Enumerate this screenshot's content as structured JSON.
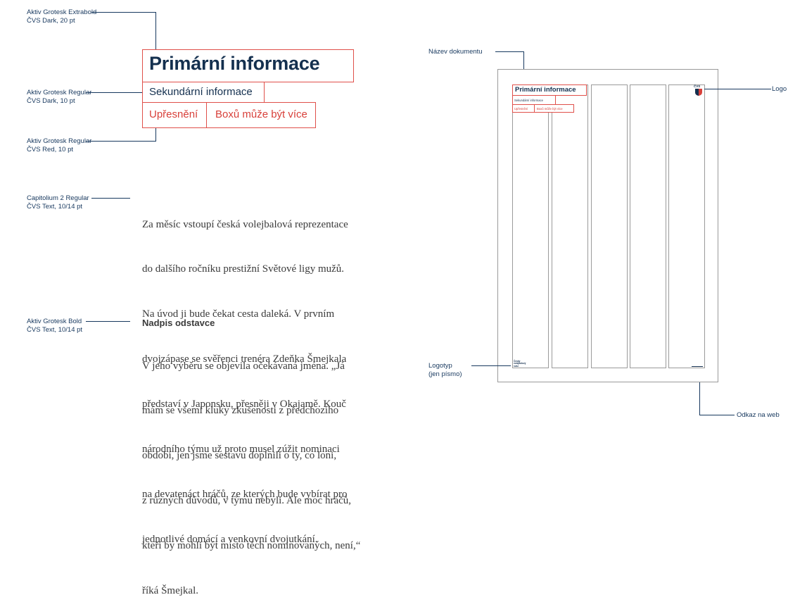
{
  "annotations": {
    "title_font": {
      "line1": "Aktiv Grotesk Extrabold",
      "line2": "ČVS Dark, 20 pt"
    },
    "sub_font": {
      "line1": "Aktiv Grotesk Regular",
      "line2": "ČVS Dark, 10 pt"
    },
    "box_font": {
      "line1": "Aktiv Grotesk Regular",
      "line2": "ČVS Red, 10 pt"
    },
    "body_font": {
      "line1": "Capitolium 2 Regular",
      "line2": "ČVS Text, 10/14 pt"
    },
    "heading_font": {
      "line1": "Aktiv Grotesk Bold",
      "line2": "ČVS Text, 10/14 pt"
    },
    "doc_name": "Název dokumentu",
    "logo": "Logo",
    "logotype": {
      "line1": "Logotyp",
      "line2": "(jen písmo)"
    },
    "web_link": "Odkaz na web"
  },
  "sample": {
    "title": "Primární informace",
    "subtitle": "Sekundární informace",
    "box1": "Upřesnění",
    "box2": "Boxů může být více",
    "paragraph1": [
      "Za měsíc vstoupí česká volejbalová reprezentace",
      "do dalšího ročníku prestižní Světové ligy mužů.",
      "Na úvod ji bude čekat cesta daleká. V prvním",
      "dvojzápase se svěřenci trenéra Zdeňka Šmejkala",
      "představí v Japonsku, přesněji v Okajamě. Kouč",
      "národního týmu už proto musel zúžit nominaci",
      "na devatenáct hráčů, ze kterých bude vybírat pro",
      "jednotlivé domácí a venkovní dvojutkání."
    ],
    "heading": "Nadpis odstavce",
    "paragraph2": [
      "V jeho výběru se objevila očekávaná jména. „Já",
      "mám se všemi kluky zkušenosti z předchozího",
      "období, jen jsme sestavu doplnili o ty, co loni,",
      "z různých důvodů, v týmu nebyli. Ale moc hráčů,",
      "kteří by mohli být místo těch nominovaných, není,“",
      "říká Šmejkal."
    ]
  },
  "thumbnail": {
    "title": "Primární informace",
    "subtitle": "Sekundární informace",
    "box1": "Upřesnění",
    "box2": "Boxů může být více",
    "logo_text": "ČVS",
    "logotype_text": [
      "Český",
      "volejbalový",
      "svaz"
    ]
  },
  "colors": {
    "dark": "#14304f",
    "red": "#d8403a",
    "line": "#17385e",
    "text": "#3a3a3a"
  }
}
